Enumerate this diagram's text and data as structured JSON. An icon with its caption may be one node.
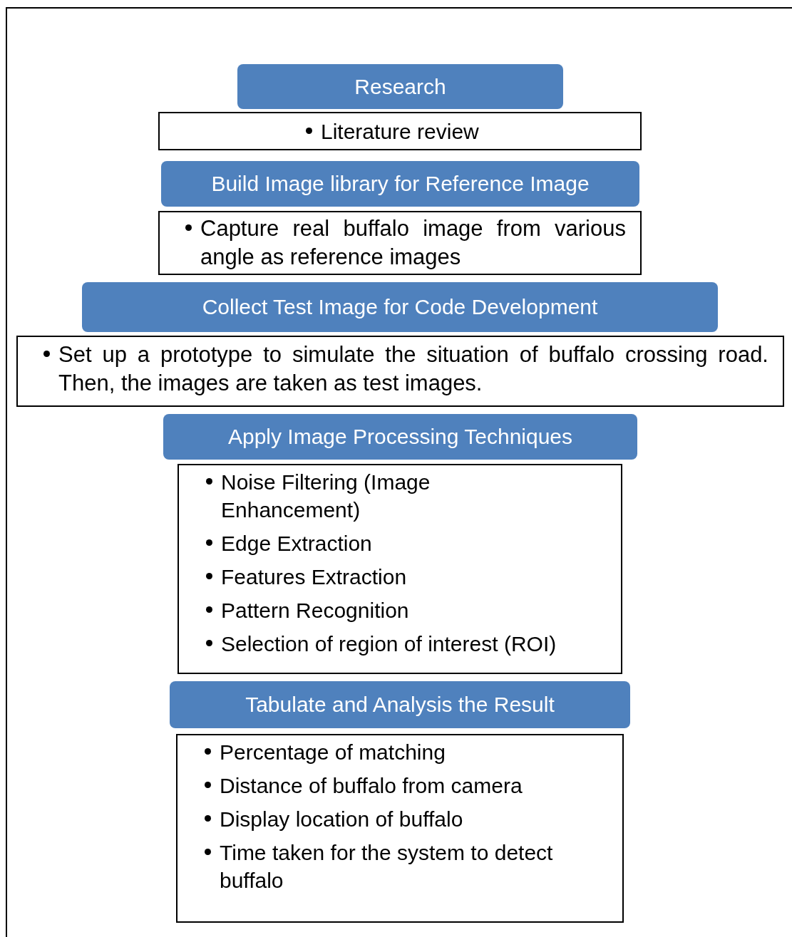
{
  "diagram": {
    "nodes": [
      {
        "text": [
          "Research"
        ]
      },
      {
        "text": [
          "Literature review"
        ]
      },
      {
        "text": [
          "Build Image library for Reference Image"
        ]
      },
      {
        "text": [
          "Capture real buffalo image from various angle as reference images"
        ]
      },
      {
        "text": [
          "Collect Test Image for Code Development"
        ]
      },
      {
        "text": [
          "Set up a prototype to simulate the situation of buffalo crossing road. Then, the images are taken as test images."
        ]
      },
      {
        "text": [
          "Apply Image Processing Techniques"
        ]
      },
      {
        "text": [
          "Noise Filtering (Image Enhancement)",
          "Edge Extraction",
          "Features Extraction",
          "Pattern Recognition",
          "Selection of region of interest (ROI)"
        ]
      },
      {
        "text": [
          "Tabulate and Analysis the Result"
        ]
      },
      {
        "text": [
          "Percentage of matching",
          "Distance of buffalo from camera",
          "Display location of buffalo",
          "Time taken for the system to detect buffalo"
        ]
      }
    ],
    "edges": []
  }
}
